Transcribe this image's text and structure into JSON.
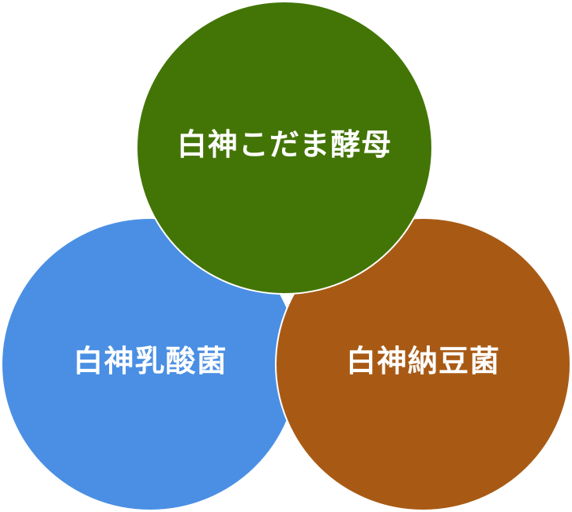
{
  "diagram": {
    "circles": [
      {
        "id": "yeast",
        "label": "白神こだま酵母",
        "color": "#437506"
      },
      {
        "id": "lactic",
        "label": "白神乳酸菌",
        "color": "#4a8fe3"
      },
      {
        "id": "natto",
        "label": "白神納豆菌",
        "color": "#a85a15"
      }
    ]
  }
}
